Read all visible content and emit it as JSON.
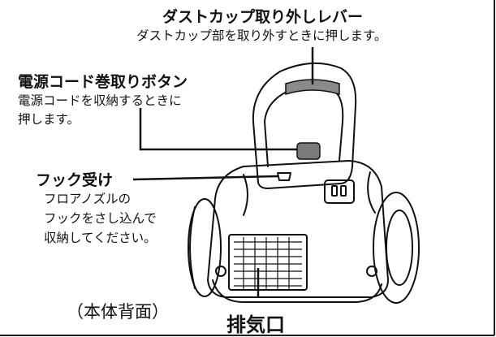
{
  "labels": {
    "dust_cup_lever": {
      "title": "ダストカップ取り外しレバー",
      "description": "ダストカップ部を取り外すときに押します。"
    },
    "cord_rewind_button": {
      "title": "電源コード巻取りボタン",
      "description_line1": "電源コードを収納するときに",
      "description_line2": "押します。"
    },
    "hook_holder": {
      "title": "フック受け",
      "description_line1": "フロアノズルの",
      "description_line2": "フックをさし込んで",
      "description_line3": "収納してください。"
    },
    "exhaust_port": {
      "title": "排気口"
    },
    "view_caption": "（本体背面）"
  },
  "colors": {
    "line": "#111111",
    "lever_gray": "#8a8a8a",
    "button_gray": "#7a7a7a",
    "border": "#222222"
  }
}
